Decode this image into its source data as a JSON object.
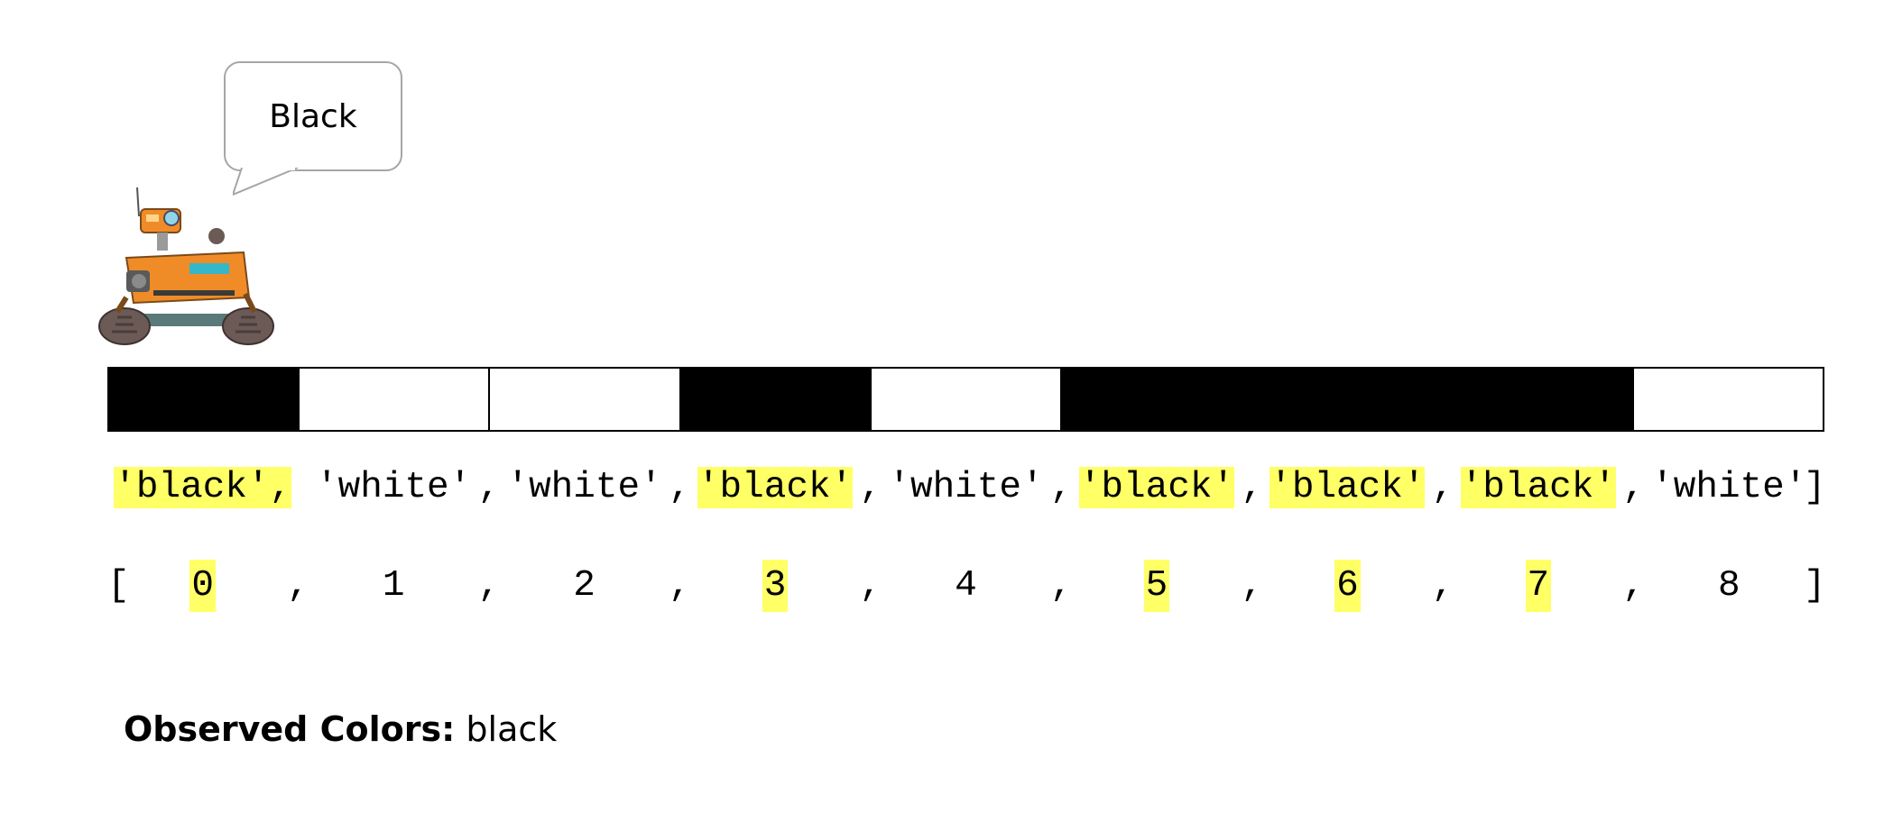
{
  "speech_bubble": {
    "text": "Black"
  },
  "strip": {
    "cells": [
      "black",
      "white",
      "white",
      "black",
      "white",
      "black",
      "black",
      "black",
      "white"
    ]
  },
  "color_list": {
    "open": "[",
    "close": "]",
    "items": [
      "'black',",
      "'white'",
      "'white'",
      "'black'",
      "'white'",
      "'black'",
      "'black'",
      "'black'",
      "'white'"
    ],
    "separators": [
      ",",
      ",",
      ",",
      ",",
      ",",
      ",",
      ","
    ],
    "highlighted": [
      0,
      3,
      5,
      6,
      7
    ]
  },
  "index_list": {
    "open": "[",
    "close": "]",
    "items": [
      "0",
      "1",
      "2",
      "3",
      "4",
      "5",
      "6",
      "7",
      "8"
    ],
    "separator": ",",
    "highlighted": [
      0,
      3,
      5,
      6,
      7
    ]
  },
  "observed": {
    "label": "Observed Colors:",
    "value": "black"
  },
  "colors": {
    "highlight": "#ffff66",
    "black": "#000000",
    "white": "#ffffff",
    "robot_body": "#f08c28",
    "robot_wheel": "#6b5a55"
  },
  "icons": {
    "robot": "rover-robot-icon"
  }
}
